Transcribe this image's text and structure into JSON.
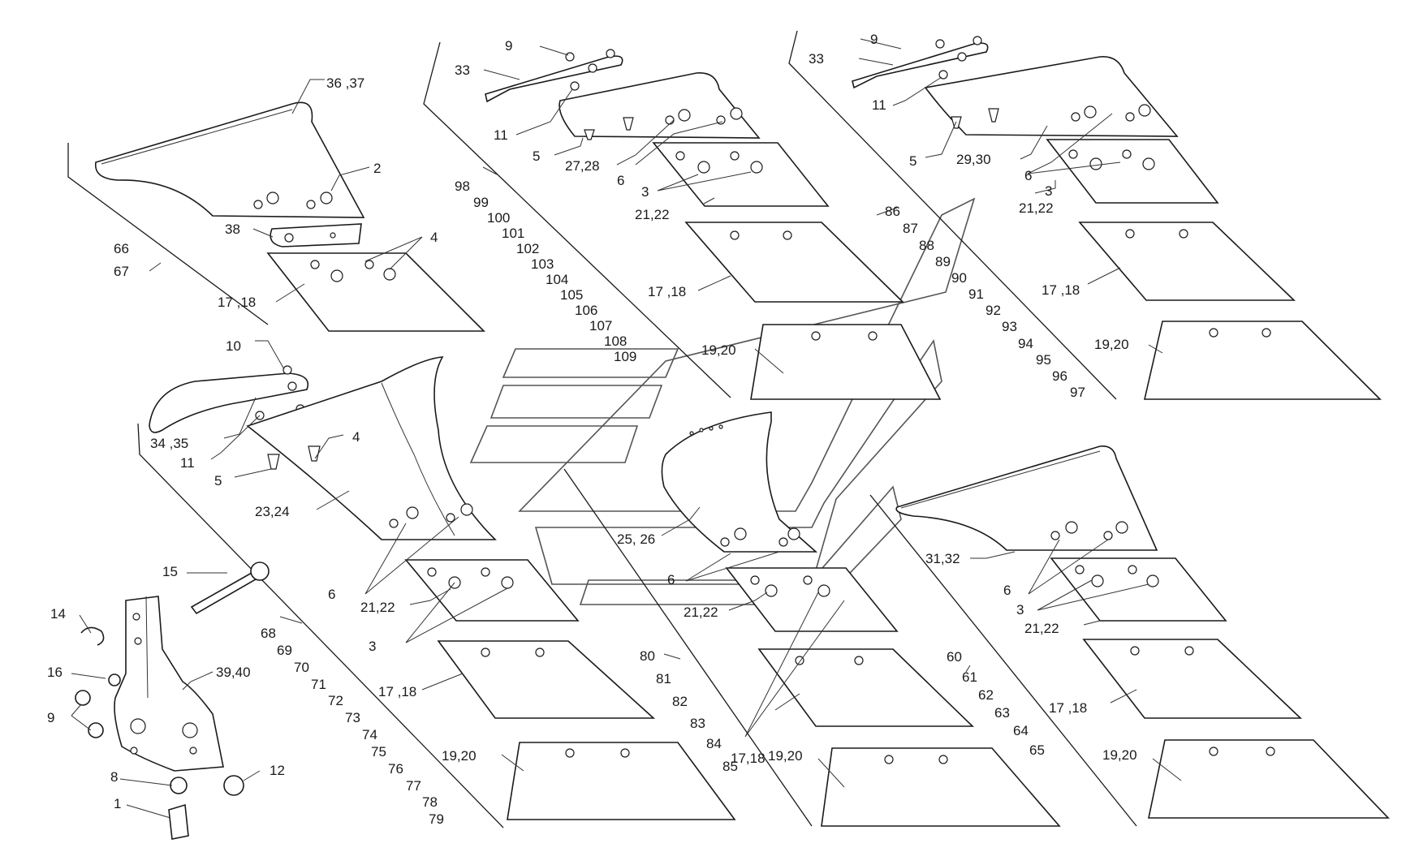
{
  "diagram": {
    "callouts": [
      {
        "text": "9"
      },
      {
        "text": "33"
      },
      {
        "text": "36 ,37"
      },
      {
        "text": "2"
      },
      {
        "text": "38"
      },
      {
        "text": "4"
      },
      {
        "text": "66"
      },
      {
        "text": "67"
      },
      {
        "text": "17 ,18"
      },
      {
        "text": "11"
      },
      {
        "text": "5"
      },
      {
        "text": "27,28"
      },
      {
        "text": "6"
      },
      {
        "text": "3"
      },
      {
        "text": "21,22"
      },
      {
        "text": "98"
      },
      {
        "text": "99"
      },
      {
        "text": "100"
      },
      {
        "text": "101"
      },
      {
        "text": "102"
      },
      {
        "text": "103"
      },
      {
        "text": "104"
      },
      {
        "text": "105"
      },
      {
        "text": "106"
      },
      {
        "text": "107"
      },
      {
        "text": "108"
      },
      {
        "text": "109"
      },
      {
        "text": "17 ,18"
      },
      {
        "text": "19,20"
      },
      {
        "text": "9"
      },
      {
        "text": "33"
      },
      {
        "text": "11"
      },
      {
        "text": "5"
      },
      {
        "text": "29,30"
      },
      {
        "text": "6"
      },
      {
        "text": "3"
      },
      {
        "text": "21,22"
      },
      {
        "text": "86"
      },
      {
        "text": "87"
      },
      {
        "text": "88"
      },
      {
        "text": "89"
      },
      {
        "text": "90"
      },
      {
        "text": "91"
      },
      {
        "text": "92"
      },
      {
        "text": "93"
      },
      {
        "text": "94"
      },
      {
        "text": "95"
      },
      {
        "text": "96"
      },
      {
        "text": "97"
      },
      {
        "text": "17 ,18"
      },
      {
        "text": "19,20"
      },
      {
        "text": "10"
      },
      {
        "text": "34 ,35"
      },
      {
        "text": "11"
      },
      {
        "text": "4"
      },
      {
        "text": "5"
      },
      {
        "text": "23,24"
      },
      {
        "text": "6"
      },
      {
        "text": "21,22"
      },
      {
        "text": "3"
      },
      {
        "text": "17 ,18"
      },
      {
        "text": "19,20"
      },
      {
        "text": "68"
      },
      {
        "text": "69"
      },
      {
        "text": "70"
      },
      {
        "text": "71"
      },
      {
        "text": "72"
      },
      {
        "text": "73"
      },
      {
        "text": "74"
      },
      {
        "text": "75"
      },
      {
        "text": "76"
      },
      {
        "text": "77"
      },
      {
        "text": "78"
      },
      {
        "text": "79"
      },
      {
        "text": "25, 26"
      },
      {
        "text": "6"
      },
      {
        "text": "21,22"
      },
      {
        "text": "80"
      },
      {
        "text": "81"
      },
      {
        "text": "82"
      },
      {
        "text": "83"
      },
      {
        "text": "84"
      },
      {
        "text": "85"
      },
      {
        "text": "17,18"
      },
      {
        "text": "19,20"
      },
      {
        "text": "31,32"
      },
      {
        "text": "6"
      },
      {
        "text": "3"
      },
      {
        "text": "21,22"
      },
      {
        "text": "60"
      },
      {
        "text": "61"
      },
      {
        "text": "62"
      },
      {
        "text": "63"
      },
      {
        "text": "64"
      },
      {
        "text": "65"
      },
      {
        "text": "17 ,18"
      },
      {
        "text": "19,20"
      },
      {
        "text": "15"
      },
      {
        "text": "14"
      },
      {
        "text": "16"
      },
      {
        "text": "39,40"
      },
      {
        "text": "9"
      },
      {
        "text": "8"
      },
      {
        "text": "12"
      },
      {
        "text": "1"
      }
    ]
  }
}
